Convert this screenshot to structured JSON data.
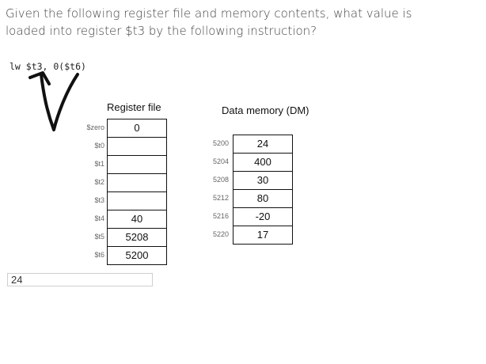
{
  "question": {
    "text": "Given the following register file and memory contents, what value is loaded into register $t3 by the following instruction?"
  },
  "instruction": "lw $t3, 0($t6)",
  "annotation": {
    "icon": "handwritten-arrow-icon",
    "color": "#111111"
  },
  "register_file": {
    "title": "Register file",
    "rows": [
      {
        "name": "$zero",
        "value": "0"
      },
      {
        "name": "$t0",
        "value": ""
      },
      {
        "name": "$t1",
        "value": ""
      },
      {
        "name": "$t2",
        "value": ""
      },
      {
        "name": "$t3",
        "value": ""
      },
      {
        "name": "$t4",
        "value": "40"
      },
      {
        "name": "$t5",
        "value": "5208"
      },
      {
        "name": "$t6",
        "value": "5200"
      }
    ]
  },
  "data_memory": {
    "title": "Data memory (DM)",
    "rows": [
      {
        "address": "5200",
        "value": "24"
      },
      {
        "address": "5204",
        "value": "400"
      },
      {
        "address": "5208",
        "value": "30"
      },
      {
        "address": "5212",
        "value": "80"
      },
      {
        "address": "5216",
        "value": "-20"
      },
      {
        "address": "5220",
        "value": "17"
      }
    ]
  },
  "answer": {
    "value": "24"
  }
}
